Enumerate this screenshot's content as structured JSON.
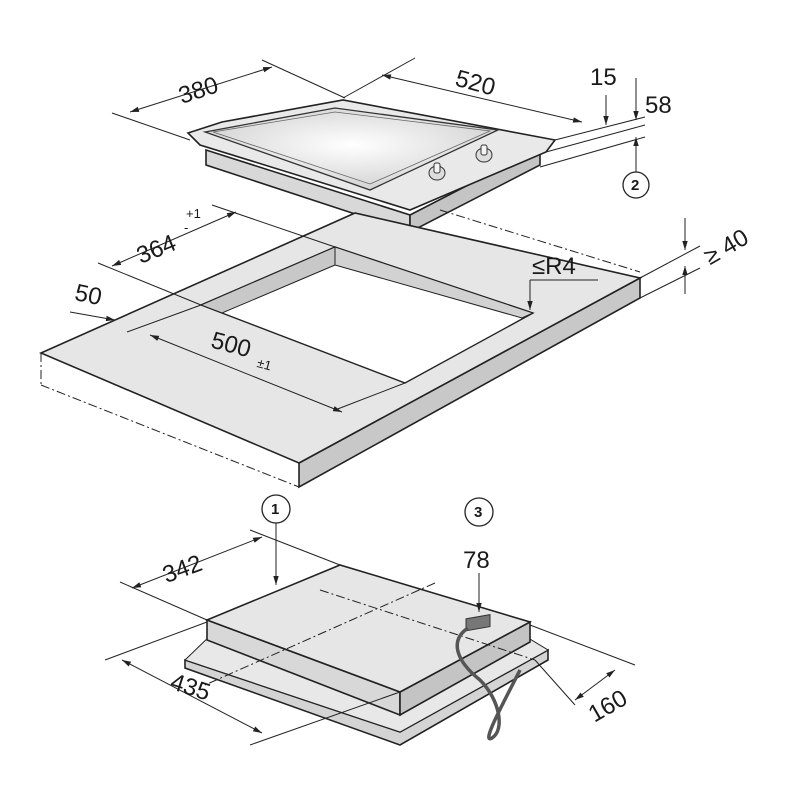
{
  "title": "Hob installation dimensions diagram",
  "hob": {
    "width": "380",
    "depth": "520",
    "frame_height": "15",
    "total_height": "58",
    "callout": "2"
  },
  "cutout": {
    "width": "364",
    "width_tol": "+1",
    "width_tol_low": "-",
    "depth": "500",
    "depth_tol": "±1",
    "front_margin": "50",
    "radius": "≤R4",
    "worktop_thickness": "≥ 40"
  },
  "underside": {
    "width": "342",
    "depth": "435",
    "connection_offset": "160",
    "connection_height": "78",
    "callout_center": "1",
    "callout_connection": "3"
  },
  "colors": {
    "surface": "#e6e6e6",
    "wall": "#c8c8c8",
    "cable": "#555555",
    "box": "#777777"
  }
}
